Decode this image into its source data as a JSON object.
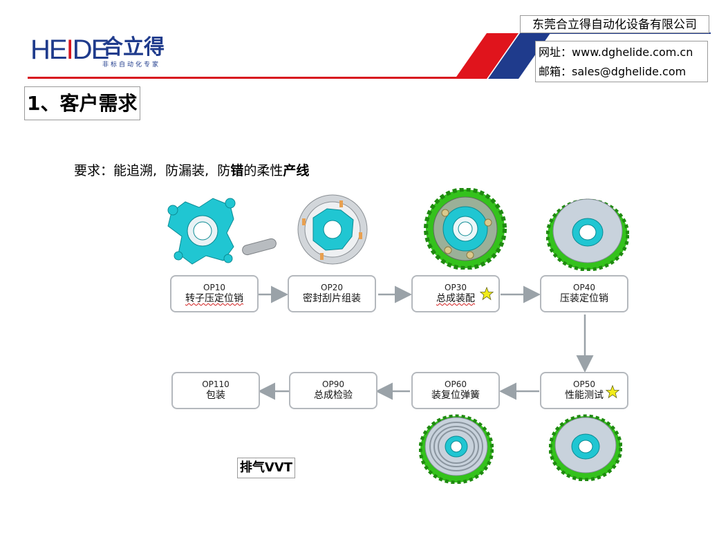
{
  "header": {
    "logo_latin": "HEIDE",
    "logo_cn": "合立得",
    "logo_tagline": "非标自动化专家",
    "company_name": "东莞合立得自动化设备有限公司",
    "website_label": "网址：",
    "website": "www.dghelide.com.cn",
    "email_label": "邮箱：",
    "email": "sales@dghelide.com",
    "colors": {
      "brand_blue": "#1f3b8c",
      "brand_red": "#d8141e"
    }
  },
  "section": {
    "title": "1、客户需求"
  },
  "requirement": {
    "prefix": "要求：",
    "part1": "能追溯,",
    "part2": "防漏装,",
    "part3a": "防",
    "part3b": "错",
    "part3c": "的柔性",
    "part3d": "产线"
  },
  "process": {
    "steps": [
      {
        "code": "OP10",
        "name": "转子压定位销",
        "star": false
      },
      {
        "code": "OP20",
        "name": "密封刮片组装",
        "star": false
      },
      {
        "code": "OP30",
        "name": "总成装配",
        "star": true
      },
      {
        "code": "OP40",
        "name": "压装定位销",
        "star": false
      },
      {
        "code": "OP50",
        "name": "性能测试",
        "star": true
      },
      {
        "code": "OP60",
        "name": "装复位弹簧",
        "star": false
      },
      {
        "code": "OP90",
        "name": "总成检验",
        "star": false
      },
      {
        "code": "OP110",
        "name": "包装",
        "star": false
      }
    ],
    "colors": {
      "part_cyan": "#20c6d2",
      "gear_green": "#34c21c",
      "star_yellow": "#f2ec1a",
      "arrow_gray": "#9aa2a8"
    }
  },
  "label": {
    "product": "排气VVT"
  }
}
